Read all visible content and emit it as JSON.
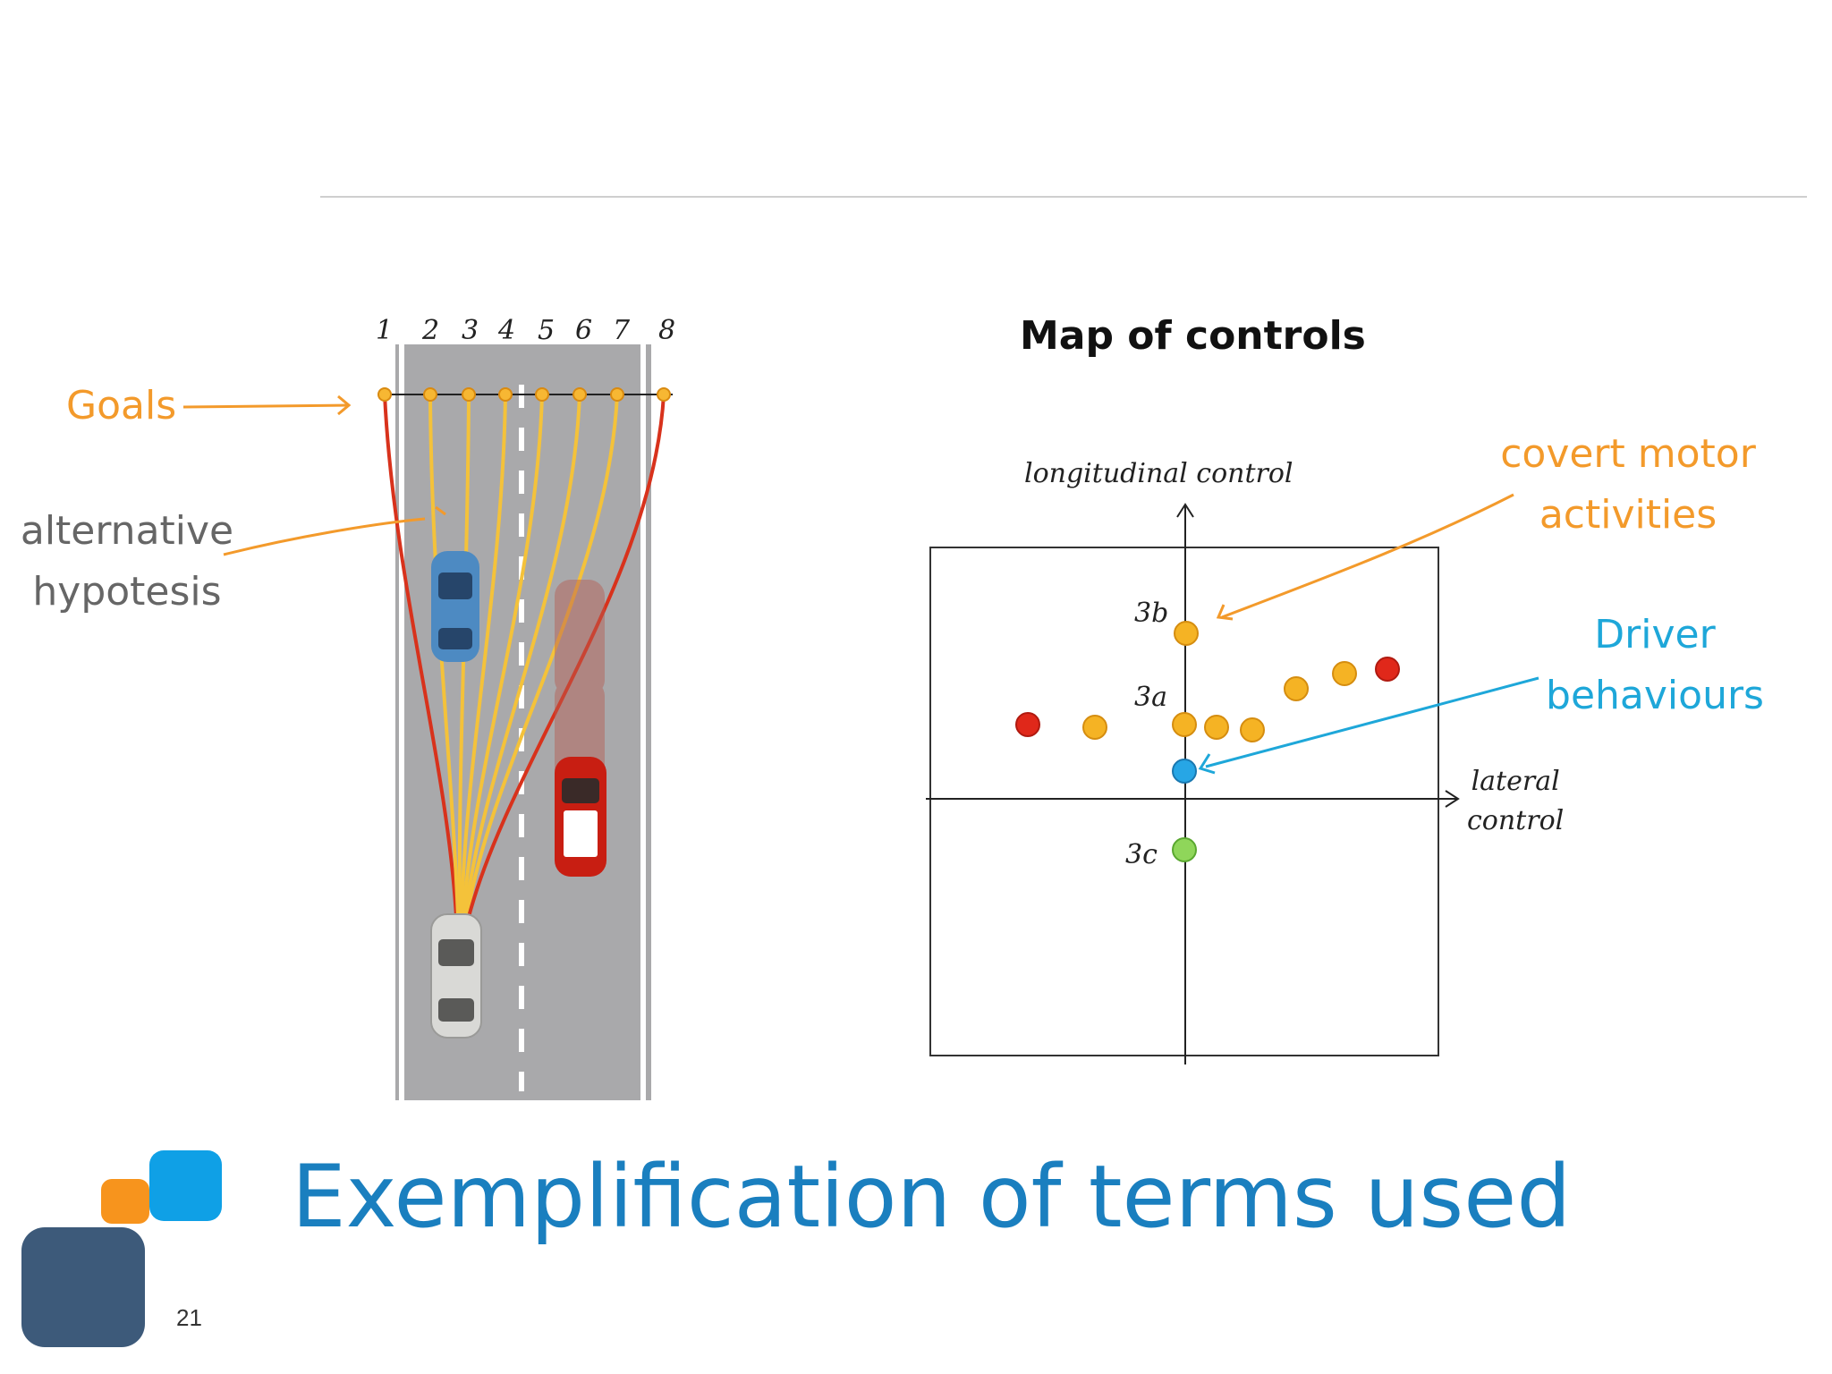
{
  "slide": {
    "title": "Exemplification of terms used",
    "page_number": "21"
  },
  "road": {
    "lane_numbers": [
      "1",
      "2",
      "3",
      "4",
      "5",
      "6",
      "7",
      "8"
    ],
    "goals_label": "Goals",
    "alt_label_line1": "alternative",
    "alt_label_line2": "hypotesis"
  },
  "map": {
    "title": "Map of controls",
    "y_axis_label": "longitudinal control",
    "x_axis_label_line1": "lateral",
    "x_axis_label_line2": "control",
    "point_labels": {
      "p3b": "3b",
      "p3a": "3a",
      "p3c": "3c"
    },
    "covert_label_line1": "covert motor",
    "covert_label_line2": "activities",
    "driver_label_line1": "Driver",
    "driver_label_line2": "behaviours"
  },
  "colors": {
    "orange": "#f39a2b",
    "blue": "#1ea7d9",
    "title_blue": "#1a7fbf",
    "dot_red": "#e0281a",
    "dot_yellow": "#f5b324",
    "dot_green": "#8fd65a",
    "dot_blue": "#27a6e5",
    "logo_dark": "#3d5a7a",
    "logo_orange": "#f7941d",
    "logo_blue": "#0fa0e6"
  }
}
